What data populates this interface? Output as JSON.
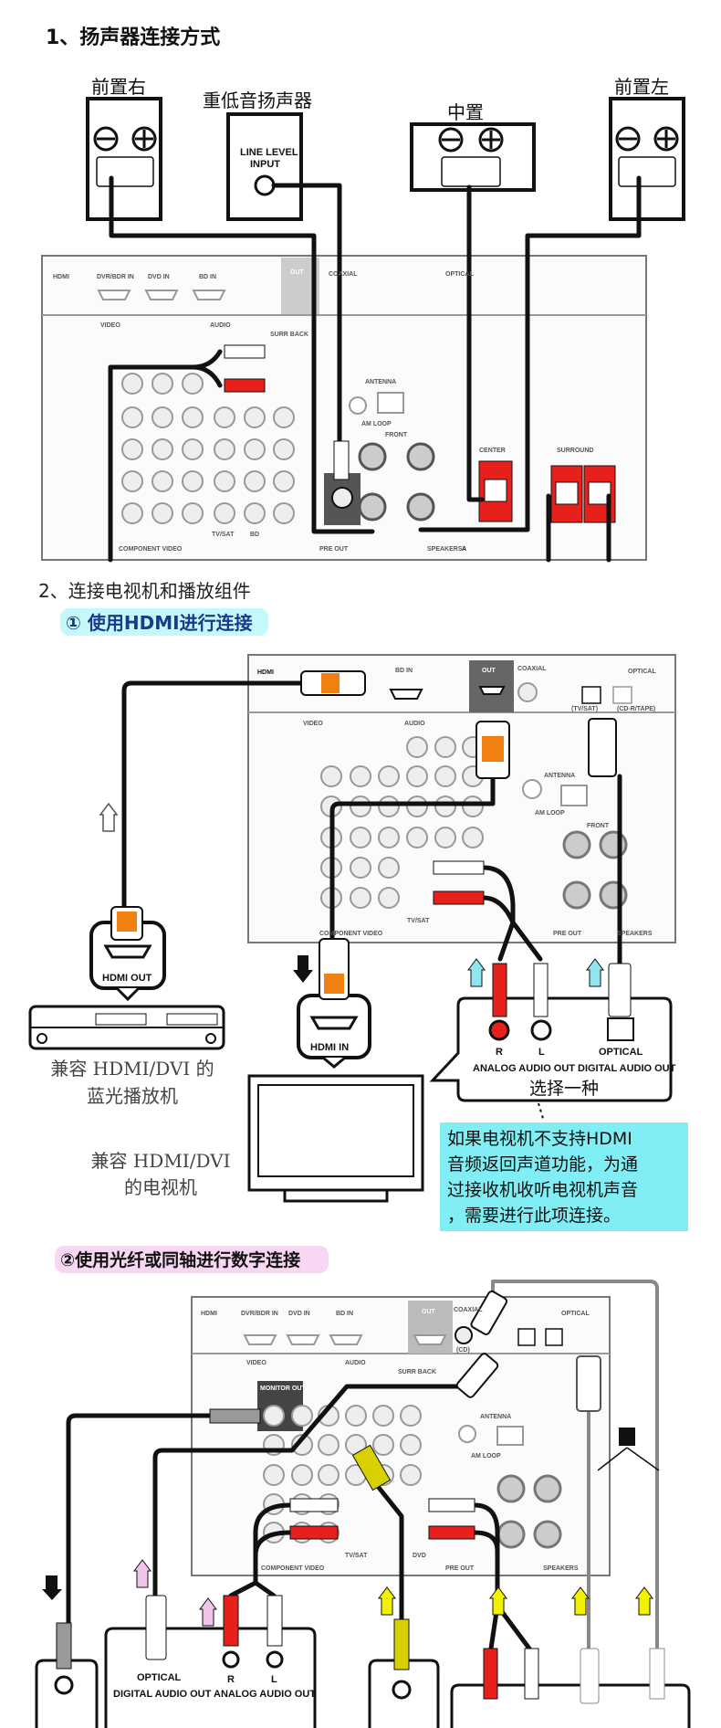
{
  "section1": {
    "title": "1、扬声器连接方式",
    "front_right": "前置右",
    "subwoofer": "重低音扬声器",
    "subwoofer_input": [
      "LINE LEVEL",
      "INPUT"
    ],
    "center": "中置",
    "front_left": "前置左"
  },
  "receiver_labels": {
    "hdmi": "HDMI",
    "dvr_bdr_in": "DVR/BDR IN",
    "dvd_in": "DVD IN",
    "bd_in": "BD IN",
    "out": "OUT",
    "coaxial": "COAXIAL",
    "optical": "OPTICAL",
    "video": "VIDEO",
    "audio": "AUDIO",
    "antenna": "ANTENNA",
    "am_loop": "AM LOOP",
    "front": "FRONT",
    "center": "CENTER",
    "surround": "SURROUND",
    "component_video": "COMPONENT VIDEO",
    "pre_out": "PRE OUT",
    "speakers": "SPEAKERS",
    "speakers_badge": "A",
    "tv_sat": "TV/SAT",
    "bd": "BD",
    "dvd": "DVD",
    "surr_back": "SURR BACK",
    "monitor_out": "MONITOR OUT",
    "tvsat_opt": "(TV/SAT)",
    "cd_rtape": "(CD-R/TAPE)",
    "cd": "(CD)"
  },
  "section2": {
    "title": "2、连接电视机和播放组件",
    "subtitle_hdmi": "① 使用HDMI进行连接",
    "hdmi_out": "HDMI OUT",
    "hdmi_in": "HDMI IN",
    "player_caption": [
      "兼容 HDMI/DVI 的",
      "蓝光播放机"
    ],
    "tv_caption": [
      "兼容 HDMI/DVI",
      "的电视机"
    ],
    "analog_r": "R",
    "analog_l": "L",
    "optical": "OPTICAL",
    "analog_audio_out": "ANALOG AUDIO OUT",
    "digital_audio_out": "DIGITAL AUDIO OUT",
    "choose_one": "选择一种",
    "note_lines": [
      "如果电视机不支持HDMI",
      "音频返回声道功能，为通",
      "过接收机收听电视机声音",
      "，需要进行此项连接。"
    ],
    "subtitle_digital": "②使用光纤或同轴进行数字连接"
  },
  "colors": {
    "hdmi_plug": "#f08010",
    "note_bg": "#80eef4",
    "subtitle_hdmi_glow": "#9ff3f5",
    "subtitle_digital_glow": "#f5c6ee",
    "arrow_cyan": "#8fe6ee",
    "arrow_pink": "#f3c4ea",
    "arrow_yellow": "#f2f200",
    "rca_red": "#e8201c",
    "rca_yellow": "#d8d000"
  }
}
